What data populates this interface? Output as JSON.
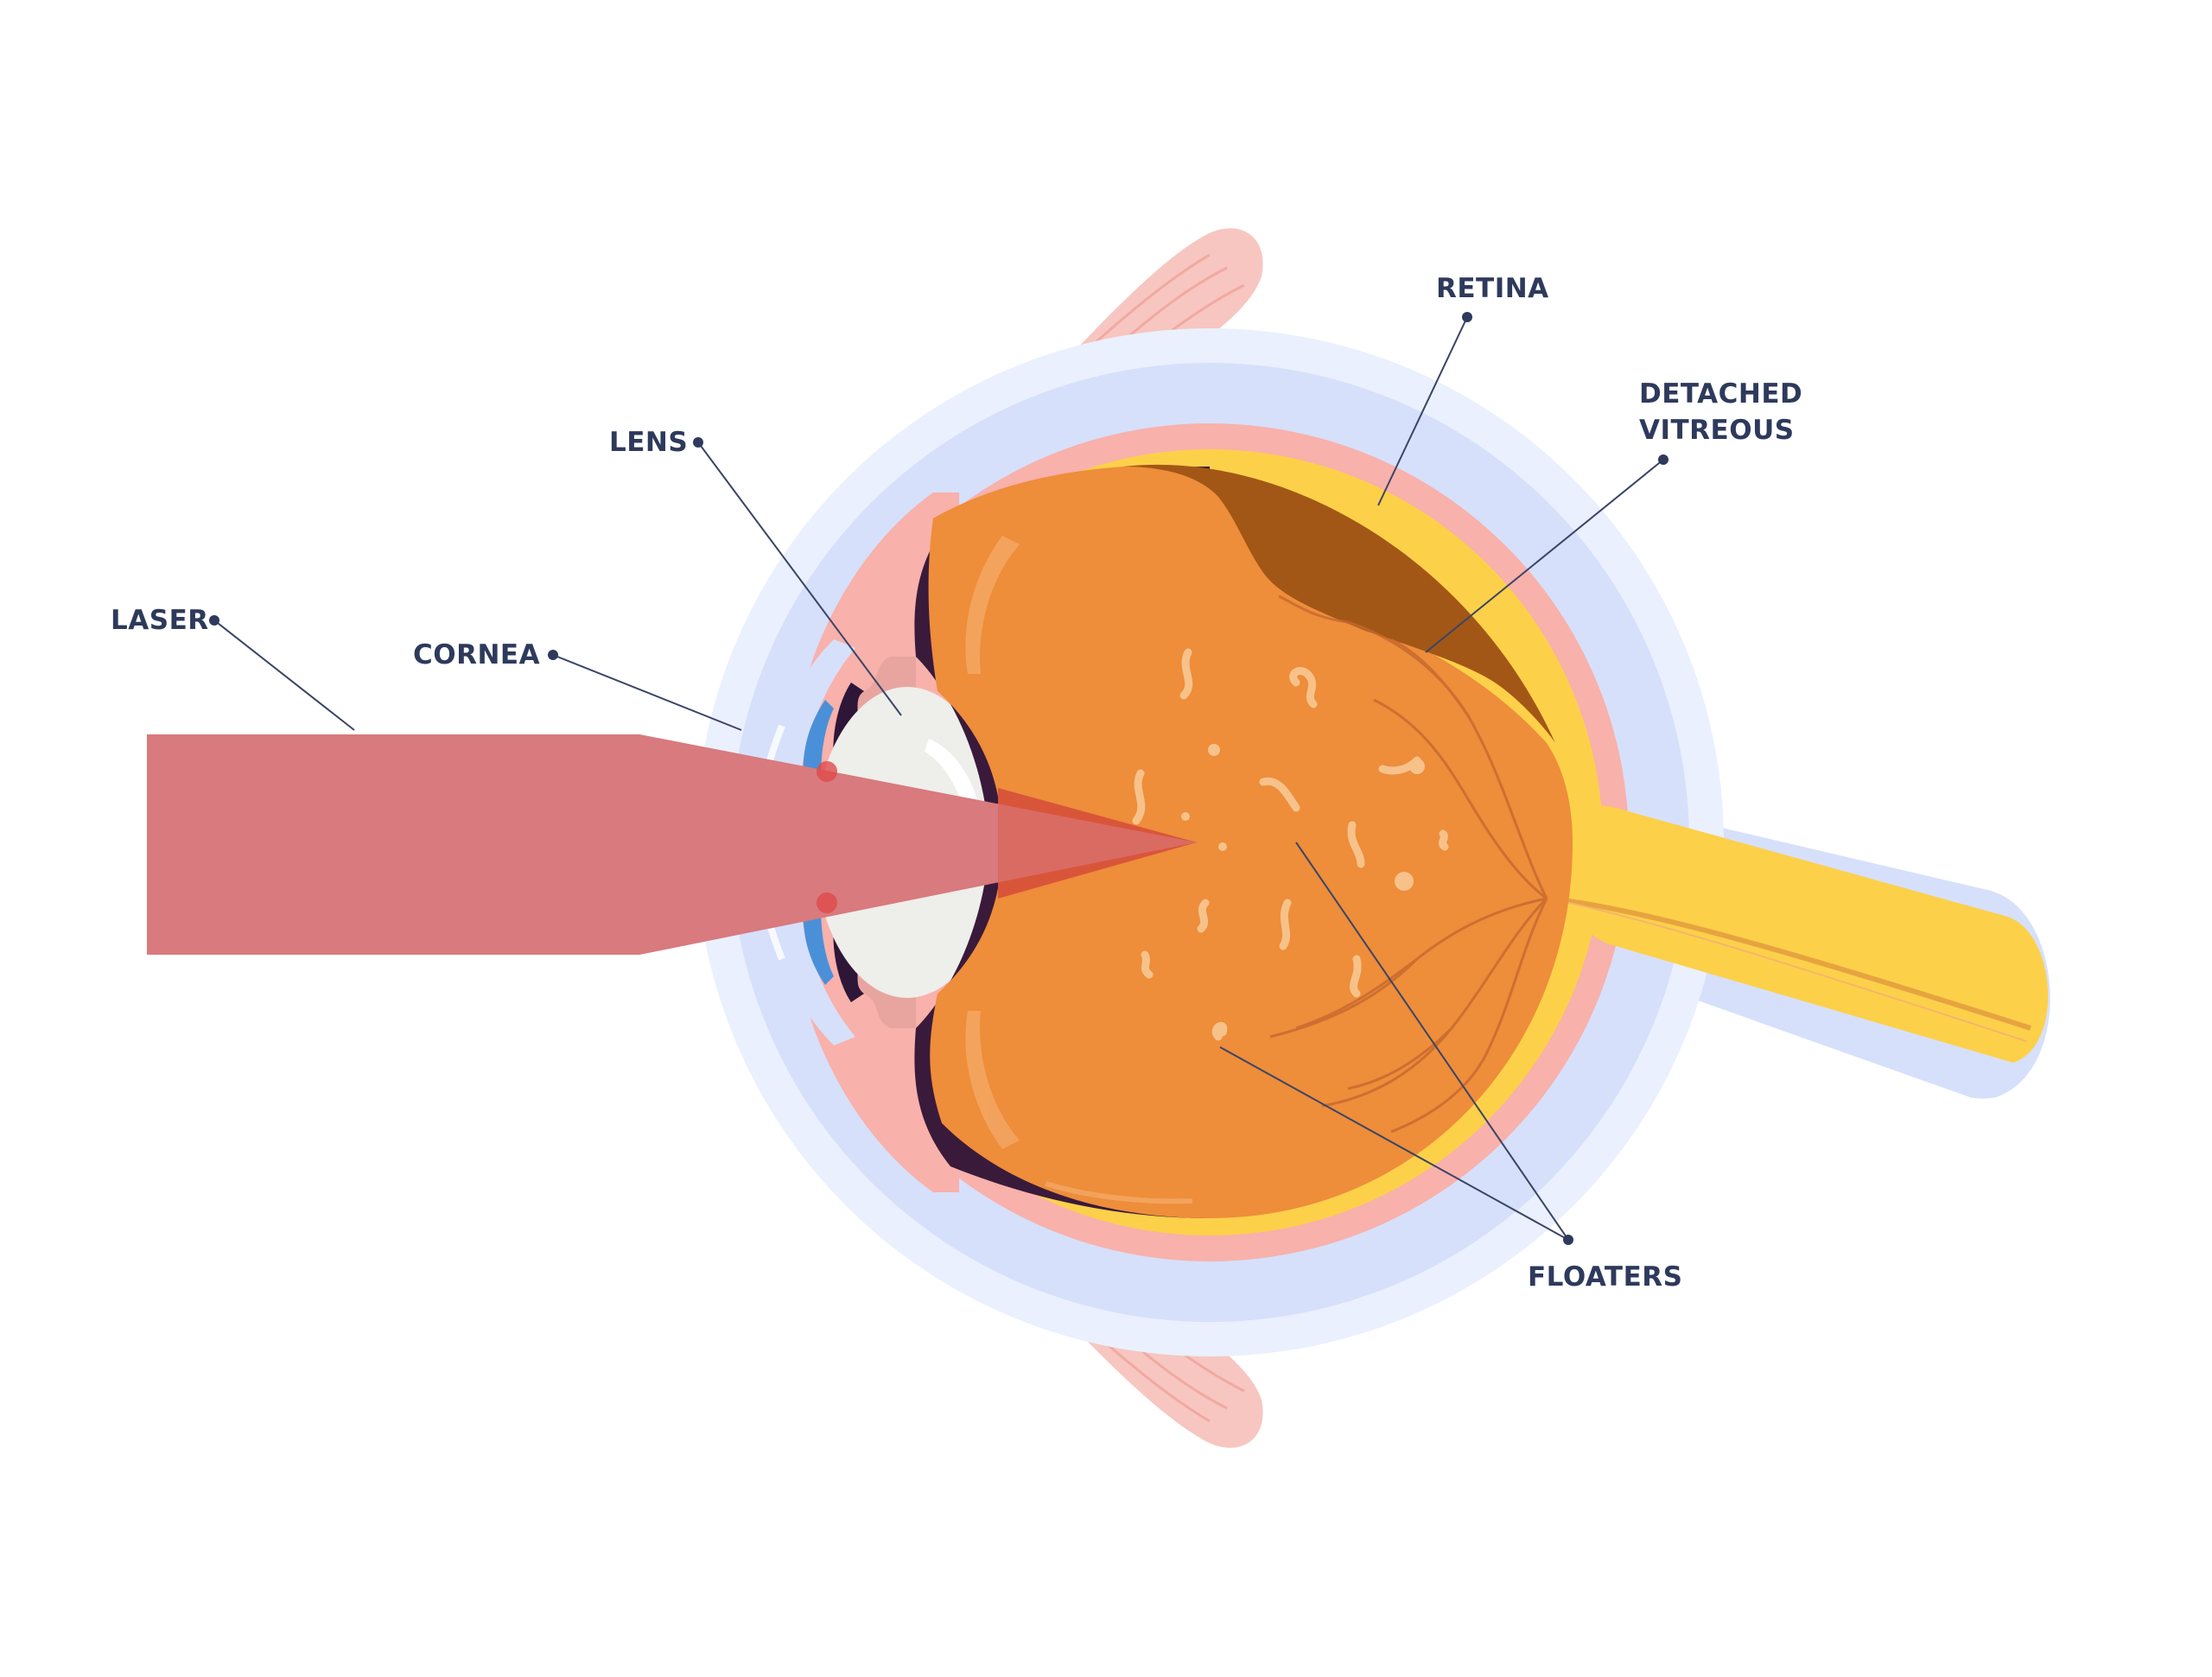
{
  "labels": {
    "laser": "LASER",
    "cornea": "CORNEA",
    "lens": "LENS",
    "retina": "RETINA",
    "detached_vitreous_line1": "DETACHED",
    "detached_vitreous_line2": "VITREOUS",
    "floaters": "FLOATERS"
  },
  "colors": {
    "laser_beam": "#d87a7e",
    "laser_focus": "#d9553a",
    "vitreous": "#ee8d3a",
    "detached_vitreous": "#a35716",
    "retina": "#fdd04a",
    "choroid": "#f8b1ab",
    "sclera_outer": "#d6e0fb",
    "sclera_halo": "#eaf0fd",
    "lens": "#eeeeea",
    "muscle": "#f7c6c0",
    "label_text": "#2e3a5c"
  }
}
